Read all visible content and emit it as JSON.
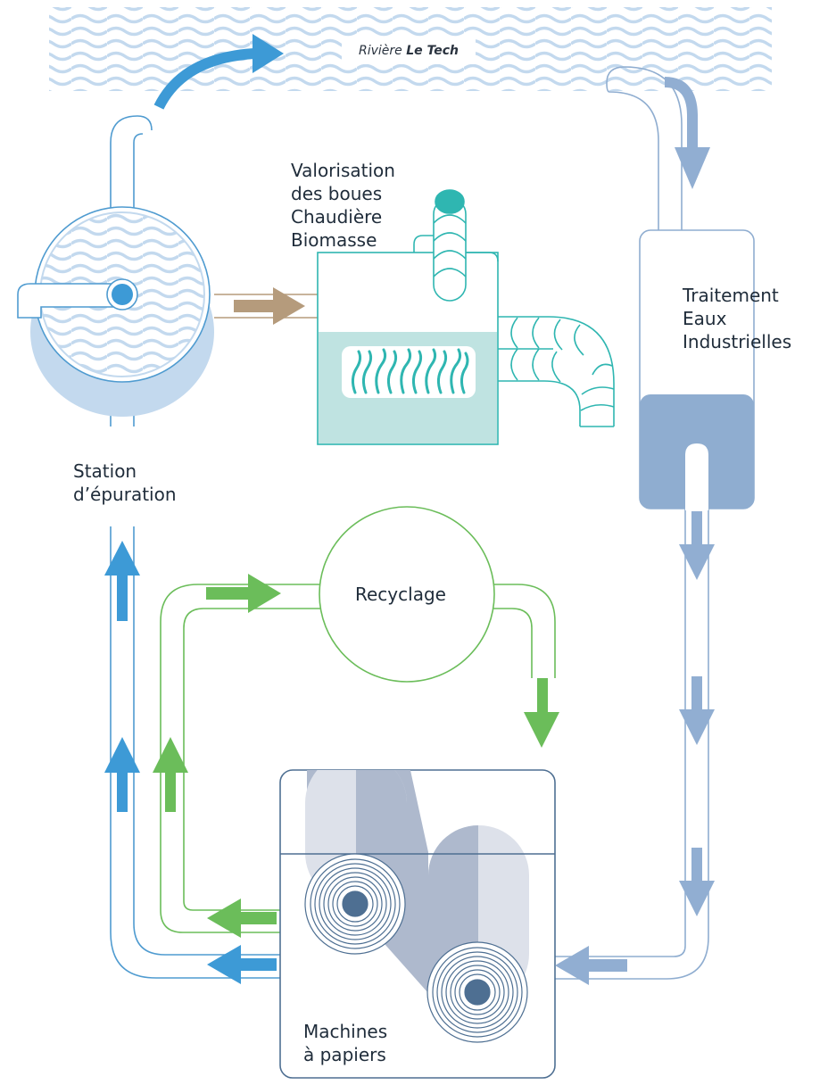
{
  "river": {
    "prefix": "Rivière",
    "name": "Le Tech"
  },
  "labels": {
    "biomass": [
      "Valorisation",
      "des boues",
      "Chaudière",
      "Biomasse"
    ],
    "treatment": [
      "Traitement",
      "Eaux",
      "Industrielles"
    ],
    "station": [
      "Station",
      "d’épuration"
    ],
    "recycling": "Recyclage",
    "machines": [
      "Machines",
      "à papiers"
    ]
  },
  "colors": {
    "outline_blue": "#4f9bd0",
    "arrow_blue": "#3d9ad6",
    "light_blue": "#c3d9ee",
    "steel_blue": "#8fadd0",
    "arrow_steel": "#91aed2",
    "green": "#6bbd5a",
    "teal": "#2fb6b1",
    "teal_fill": "#bfe3e1",
    "brown": "#b59b7c",
    "navy": "#4e6f92",
    "roll_dark": "#aeb9cd",
    "roll_light": "#dde1ea"
  }
}
